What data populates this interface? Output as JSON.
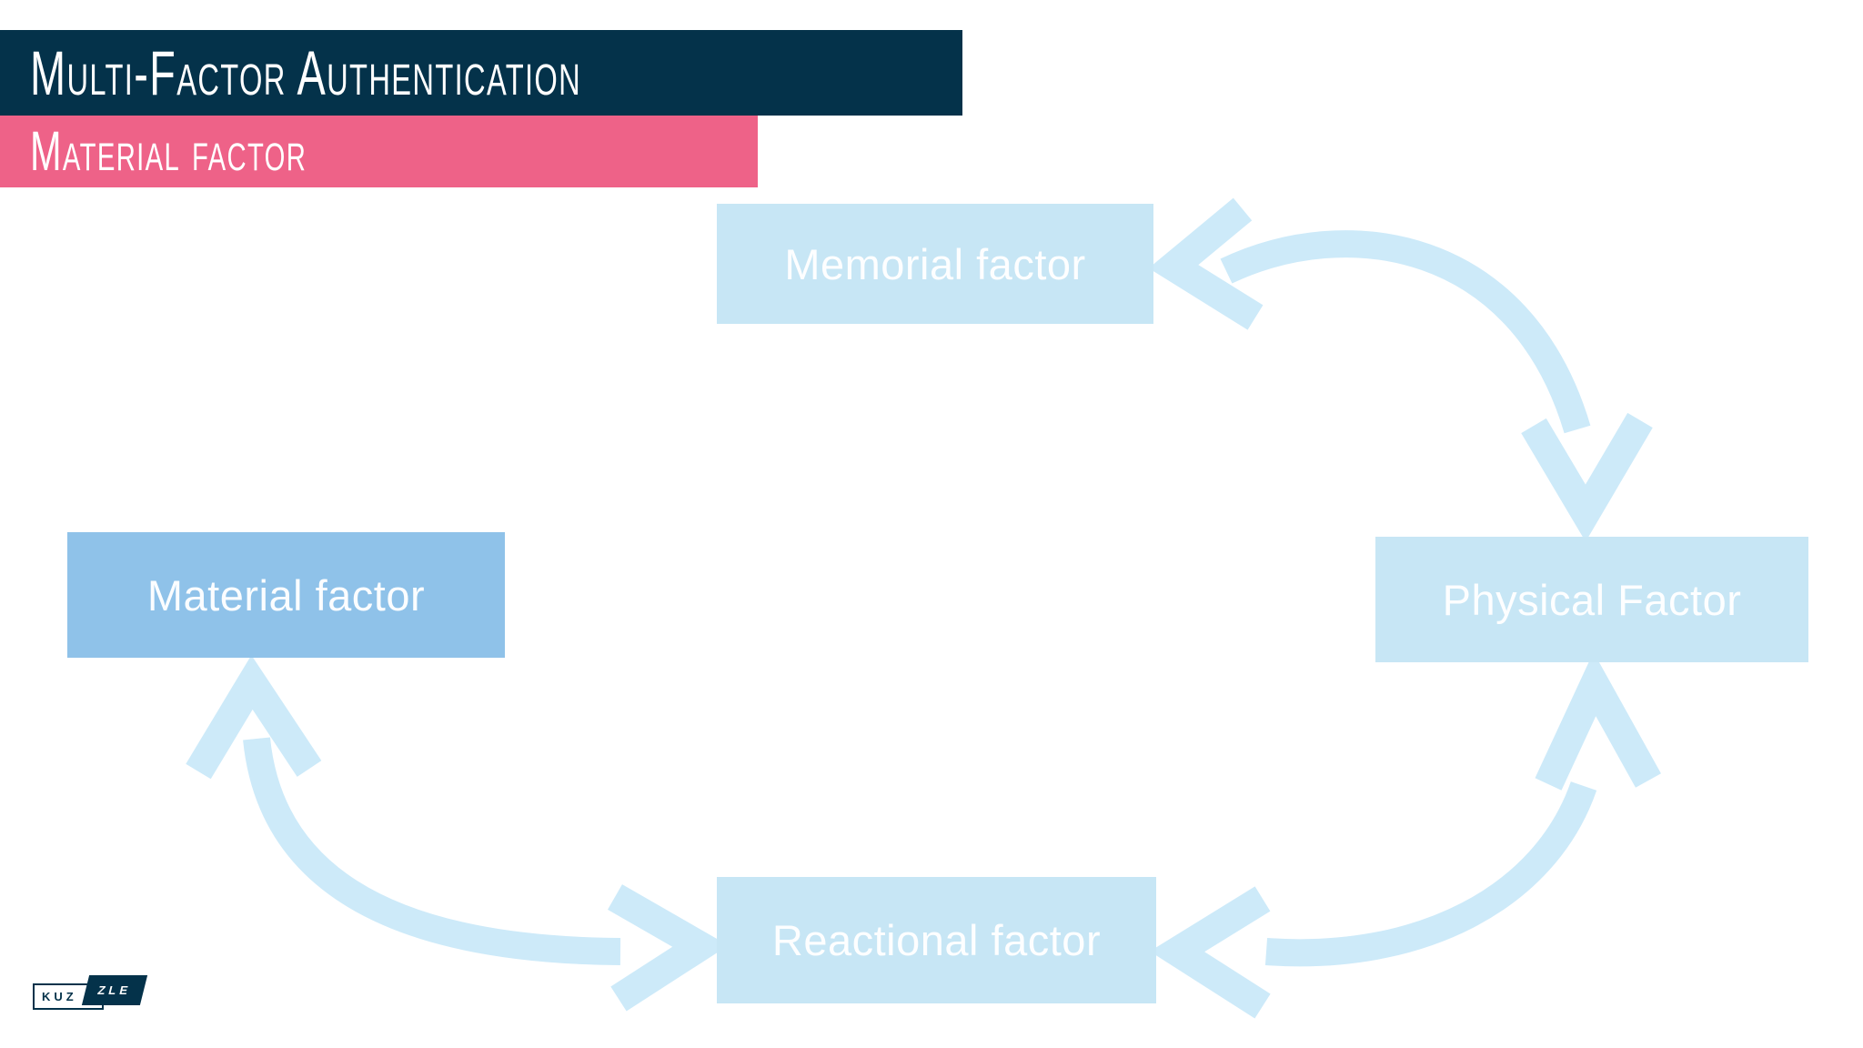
{
  "slide": {
    "title": "Multi-Factor Authentication",
    "subtitle": "Material factor"
  },
  "nodes": {
    "memorial": {
      "label": "Memorial factor",
      "highlighted": false
    },
    "physical": {
      "label": "Physical Factor",
      "highlighted": false
    },
    "material": {
      "label": "Material factor",
      "highlighted": true
    },
    "reactional": {
      "label": "Reactional factor",
      "highlighted": false
    }
  },
  "connections": [
    {
      "from": "Memorial factor",
      "to": "Physical Factor",
      "type": "double-headed curved arrow"
    },
    {
      "from": "Material factor",
      "to": "Reactional factor",
      "type": "double-headed curved arrow"
    },
    {
      "from": "Reactional factor",
      "to": "Physical Factor",
      "type": "double-headed curved arrow"
    }
  ],
  "logo": {
    "name": "Kuzzle",
    "left": "KUZ",
    "right": "ZLE"
  },
  "colors": {
    "navy": "#04324a",
    "pink": "#ee6288",
    "box_blue": "#c7e6f5",
    "box_blue_strong": "#8fc2e9",
    "arrow_blue": "#cdeaf9",
    "text_white": "#ffffff",
    "background": "#ffffff"
  }
}
